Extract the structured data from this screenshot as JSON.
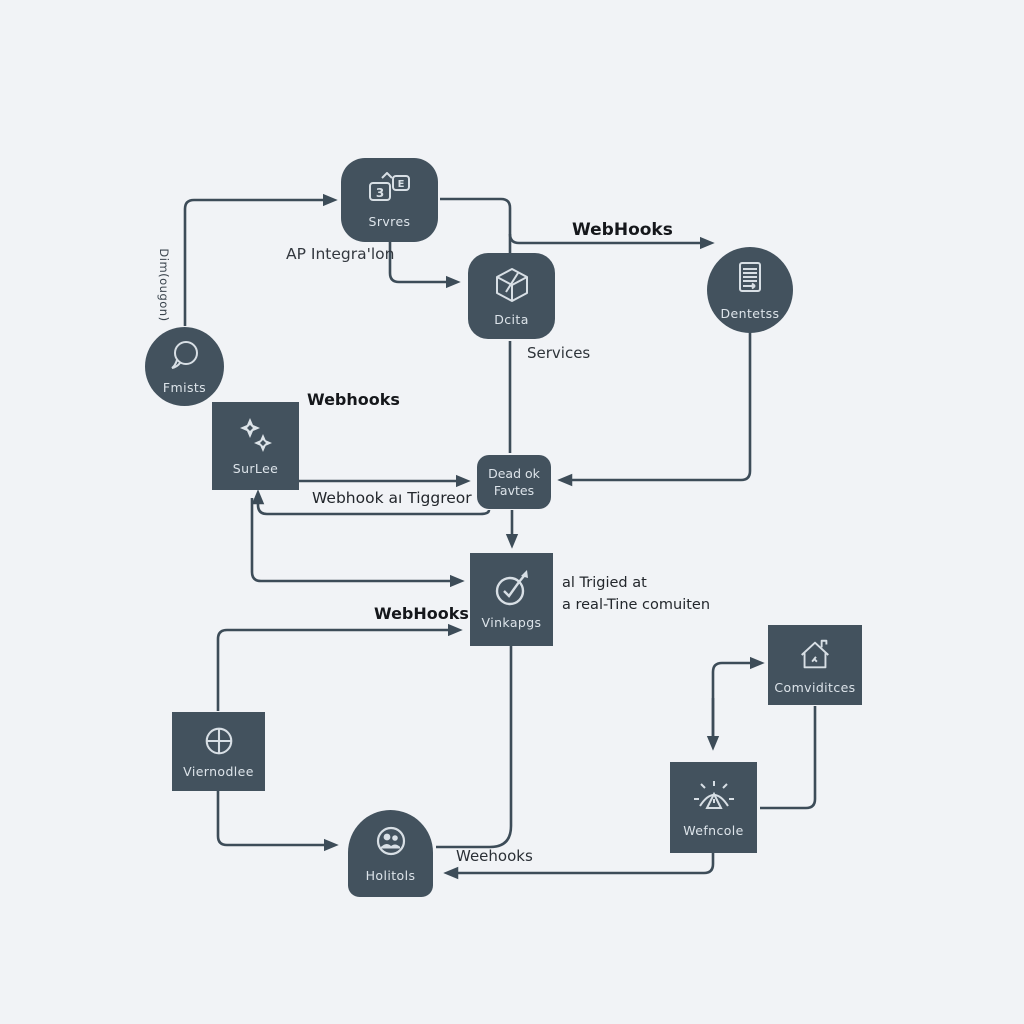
{
  "colors": {
    "background": "#f1f3f6",
    "node_fill": "#43525e",
    "line": "#3d4c58",
    "node_text": "#dde4ea",
    "label_text": "#23272c"
  },
  "nodes": {
    "srvres": {
      "label": "Srvres",
      "icon": "chat-squares-icon"
    },
    "data": {
      "label": "Dcita",
      "icon": "cube-icon",
      "sublabel": "Services"
    },
    "dentetss": {
      "label": "Dentetss",
      "icon": "document-icon"
    },
    "fmists": {
      "label": "Fmists",
      "icon": "speech-bubble-icon"
    },
    "surlee": {
      "label": "SurLee",
      "icon": "sparkles-icon"
    },
    "dead": {
      "line1": "Dead ok",
      "line2": "Favtes"
    },
    "vinkapgs": {
      "label": "Vinkapgs",
      "icon": "check-circle-icon"
    },
    "viernodlee": {
      "label": "Viernodlee",
      "icon": "globe-icon"
    },
    "holitols": {
      "label": "Holitols",
      "icon": "people-icon"
    },
    "wefncole": {
      "label": "Wefncole",
      "icon": "alert-lamp-icon"
    },
    "comnitees": {
      "label": "Comviditces",
      "icon": "house-icon"
    }
  },
  "edge_labels": {
    "webhooks_top": "WebHooks",
    "api_integration": "AP Integra'lon",
    "webhooks_mid": "Webhooks",
    "webhook_trigger": "Webhook aı Tiggreor",
    "webhooks_left": "WebHooks",
    "weehooks_bottom": "Weehooks",
    "ai_note_line1": "al Trigied at",
    "ai_note_line2": "a real-Tine comuiten",
    "vertical_note": "Dim(ougon)"
  }
}
